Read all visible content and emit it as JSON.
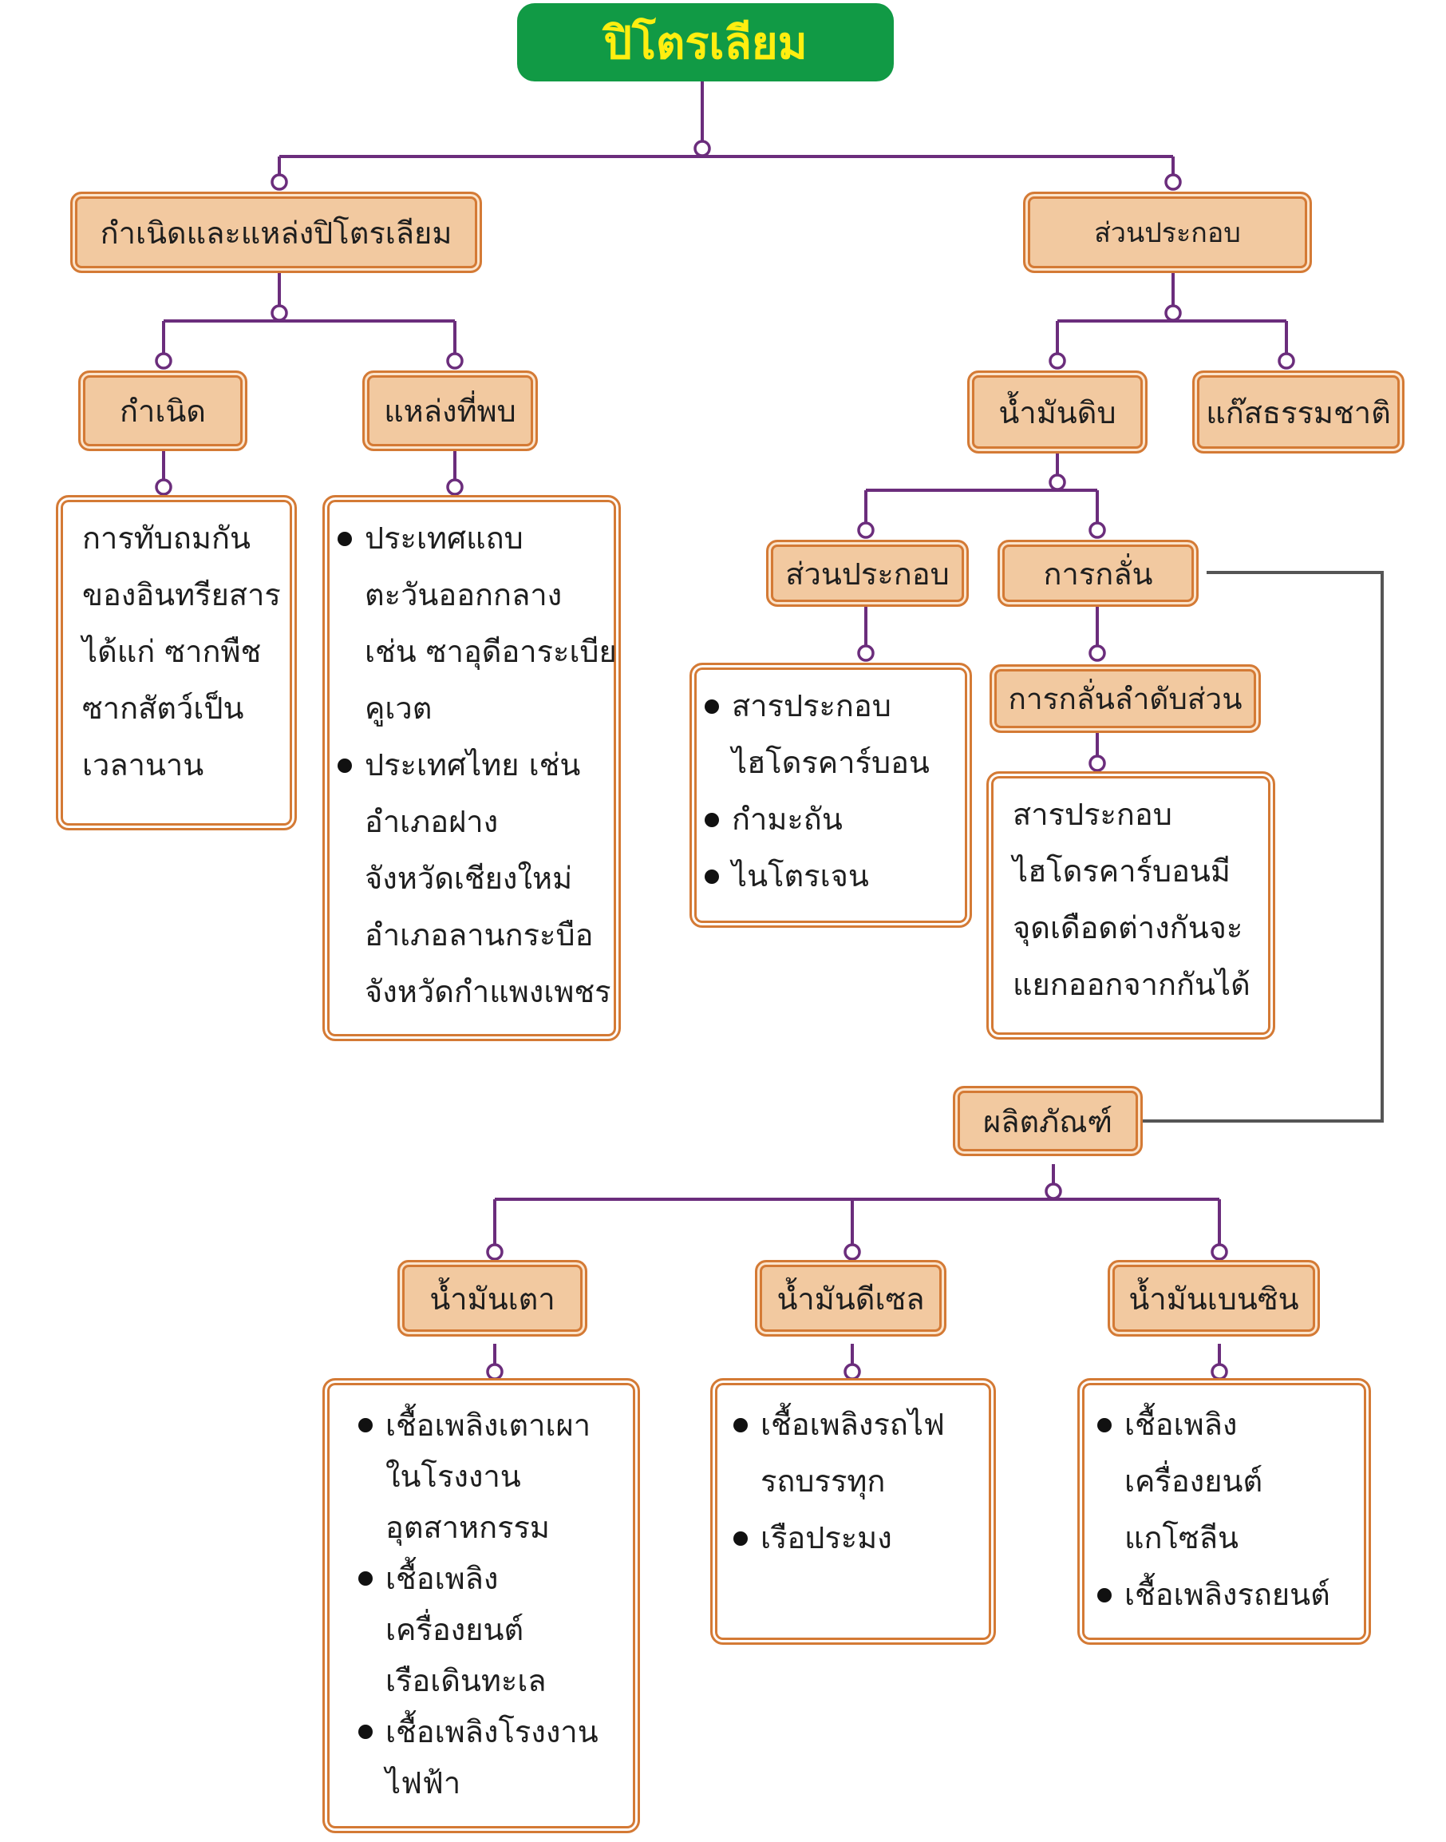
{
  "title": "ปิโตรเลียม",
  "colors": {
    "connector": "#6b2d7c",
    "node_fill": "#f2c9a0",
    "node_border": "#d47a35",
    "root_fill": "#119a45",
    "root_text": "#ffee10",
    "grey_line": "#555555"
  },
  "branch_origin": {
    "label": "กำเนิดและแหล่งปิโตรเลียม",
    "birth": {
      "label": "กำเนิด",
      "lines": [
        "การทับถมกัน",
        "ของอินทรียสาร",
        "ได้แก่ ซากพืช",
        "ซากสัตว์เป็น",
        "เวลานาน"
      ]
    },
    "sources": {
      "label": "แหล่งที่พบ",
      "items": [
        {
          "lines": [
            "ประเทศแถบ",
            "ตะวันออกกลาง",
            "เช่น ซาอุดีอาระเบีย",
            "คูเวต"
          ]
        },
        {
          "lines": [
            "ประเทศไทย เช่น",
            "อำเภอฝาง",
            "จังหวัดเชียงใหม่",
            "อำเภอลานกระบือ",
            "จังหวัดกำแพงเพชร"
          ]
        }
      ]
    }
  },
  "branch_components": {
    "label": "ส่วนประกอบ",
    "crude_oil": {
      "label": "น้ำมันดิบ",
      "components": {
        "label": "ส่วนประกอบ",
        "items": [
          {
            "lines": [
              "สารประกอบ",
              "ไฮโดรคาร์บอน"
            ]
          },
          {
            "lines": [
              "กำมะถัน"
            ]
          },
          {
            "lines": [
              "ไนโตรเจน"
            ]
          }
        ]
      },
      "distillation": {
        "label": "การกลั่น",
        "fractional": {
          "label": "การกลั่นลำดับส่วน",
          "lines": [
            "สารประกอบ",
            "ไฮโดรคาร์บอนมี",
            "จุดเดือดต่างกันจะ",
            "แยกออกจากกันได้"
          ]
        }
      }
    },
    "natural_gas": {
      "label": "แก๊สธรรมชาติ"
    }
  },
  "products": {
    "label": "ผลิตภัณฑ์",
    "kerosene": {
      "label": "น้ำมันเตา",
      "items": [
        {
          "lines": [
            "เชื้อเพลิงเตาเผา",
            "ในโรงงาน",
            "อุตสาหกรรม"
          ]
        },
        {
          "lines": [
            "เชื้อเพลิง",
            "เครื่องยนต์",
            "เรือเดินทะเล"
          ]
        },
        {
          "lines": [
            "เชื้อเพลิงโรงงาน",
            "ไฟฟ้า"
          ]
        }
      ]
    },
    "diesel": {
      "label": "น้ำมันดีเซล",
      "items": [
        {
          "lines": [
            "เชื้อเพลิงรถไฟ",
            "รถบรรทุก"
          ]
        },
        {
          "lines": [
            "เรือประมง"
          ]
        }
      ]
    },
    "gasoline": {
      "label": "น้ำมันเบนซิน",
      "items": [
        {
          "lines": [
            "เชื้อเพลิง",
            "เครื่องยนต์",
            "แกโซลีน"
          ]
        },
        {
          "lines": [
            "เชื้อเพลิงรถยนต์"
          ]
        }
      ]
    }
  }
}
